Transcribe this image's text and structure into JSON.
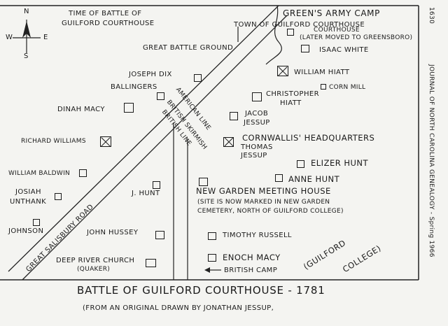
{
  "compass": {
    "n": "N",
    "s": "S",
    "e": "E",
    "w": "W"
  },
  "header": {
    "time_of_battle_line1": "TIME OF BATTLE OF",
    "time_of_battle_line2": "GUILFORD COURTHOUSE",
    "town_label": "TOWN OF GUILFORD COURTHOUSE",
    "greens_camp": "GREEN'S ARMY CAMP",
    "great_battle_ground": "GREAT BATTLE GROUND"
  },
  "places": {
    "courthouse": "COURTHOUSE",
    "courthouse_note": "(LATER MOVED TO GREENSBORO)",
    "isaac_white": "ISAAC WHITE",
    "william_hiatt": "WILLIAM HIATT",
    "corn_mill": "CORN MILL",
    "joseph_dix": "JOSEPH DIX",
    "ballingers": "BALLINGERS",
    "christopher_hiatt_1": "CHRISTOPHER",
    "christopher_hiatt_2": "HIATT",
    "dinah_macy": "DINAH MACY",
    "jacob_jessup_1": "JACOB",
    "jacob_jessup_2": "JESSUP",
    "cornwallis": "CORNWALLIS' HEADQUARTERS",
    "thomas_jessup_1": "THOMAS",
    "thomas_jessup_2": "JESSUP",
    "richard_williams": "RICHARD WILLIAMS",
    "elizer_hunt": "ELIZER HUNT",
    "william_baldwin": "WILLIAM BALDWIN",
    "anne_hunt": "ANNE HUNT",
    "josiah_unthank_1": "JOSIAH",
    "josiah_unthank_2": "UNTHANK",
    "j_hunt": "J. HUNT",
    "meeting_house": "NEW GARDEN MEETING HOUSE",
    "meeting_note_1": "(SITE IS NOW MARKED IN NEW GARDEN",
    "meeting_note_2": "CEMETERY, NORTH OF GUILFORD COLLEGE)",
    "johnson": "JOHNSON",
    "john_hussey": "JOHN HUSSEY",
    "timothy_russell": "TIMOTHY RUSSELL",
    "deep_river_church": "DEEP RIVER CHURCH",
    "quaker": "(QUAKER)",
    "enoch_macy": "ENOCH MACY",
    "british_camp": "BRITISH CAMP",
    "guilford_college_1": "(GUILFORD",
    "guilford_college_2": "COLLEGE)"
  },
  "lines": {
    "american_line": "AMERICAN LINE",
    "british_skirmish": "BRITISH SKIRMISH",
    "british_line": "BRITISH LINE",
    "great_salisbury_road": "GREAT SALISBURY ROAD"
  },
  "footer": {
    "title": "BATTLE OF GUILFORD COURTHOUSE - 1781",
    "subtitle": "(FROM AN ORIGINAL DRAWN BY JONATHAN JESSUP,"
  },
  "margin": {
    "page_number": "1630",
    "journal": "JOURNAL OF NORTH CAROLINA GENEALOGY - Spring 1966"
  }
}
